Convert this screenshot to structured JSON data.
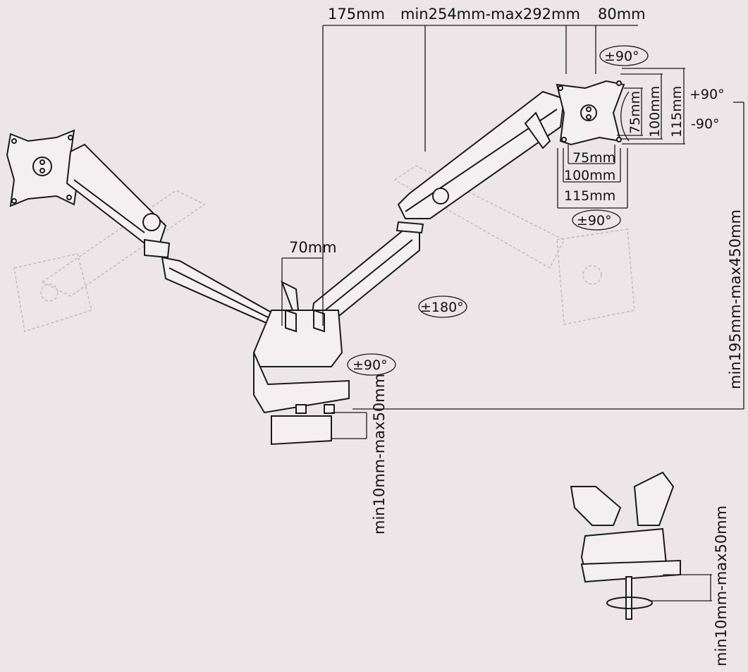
{
  "dimensions": {
    "arm_offset": "175mm",
    "arm_length": "min254mm-max292mm",
    "plate_offset": "80mm",
    "base_offset": "70mm",
    "height_range": "min195mm-max450mm",
    "clamp_thickness_main": "min10mm-max50mm",
    "clamp_thickness_grommet": "min10mm-max50mm"
  },
  "vesa": {
    "h_75": "75mm",
    "h_100": "100mm",
    "h_115": "115mm",
    "v_75": "75mm",
    "v_100": "100mm",
    "v_115": "115mm"
  },
  "rotations": {
    "tilt_up": "+90°",
    "tilt_down": "-90°",
    "swivel_top": "±90°",
    "swivel_plate": "±90°",
    "elbow": "±180°",
    "base": "±90°"
  },
  "colors": {
    "background": "#ede6e8",
    "line": "#1a1a1a",
    "arm_fill": "#f4f0f1",
    "ghost": "#9a9496"
  }
}
